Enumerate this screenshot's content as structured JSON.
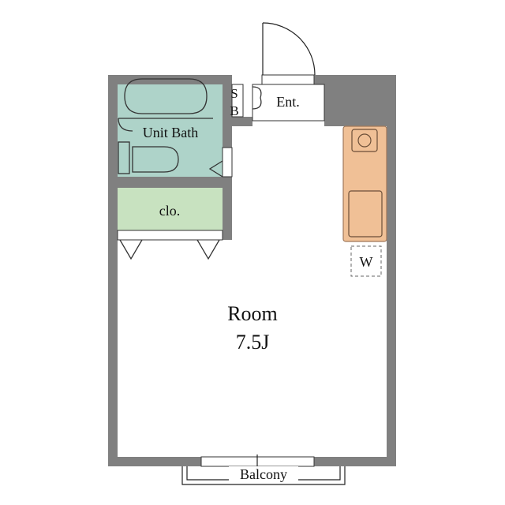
{
  "rooms": {
    "unit_bath": "Unit Bath",
    "closet": "clo.",
    "entrance": "Ent.",
    "shoe_box_s": "S",
    "shoe_box_b": "B",
    "room_name": "Room",
    "room_size": "7.5J",
    "washer": "W",
    "balcony": "Balcony"
  },
  "colors": {
    "wall": "#808080",
    "bath": "#aed3c9",
    "closet": "#c8e2c0",
    "kitchen": "#f0c096",
    "kitchen_stroke": "#a0785a"
  }
}
